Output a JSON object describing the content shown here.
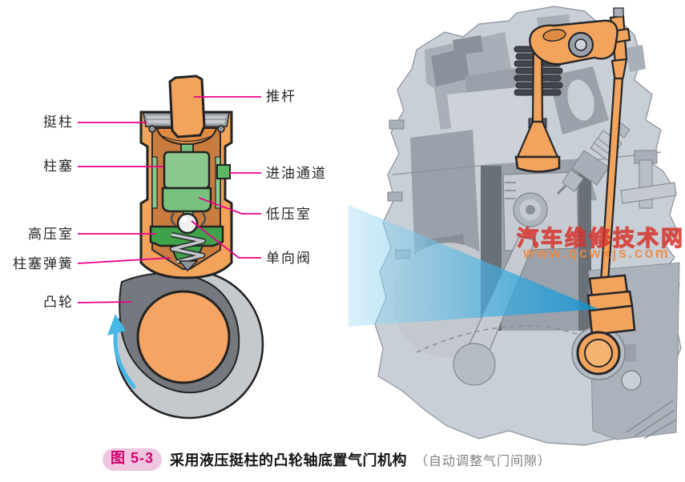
{
  "figure_caption": {
    "badge": "图 5-3",
    "title": "采用液压挺柱的凸轮轴底置气门机构",
    "subtitle": "（自动调整气门间隙）"
  },
  "lifter_diagram": {
    "labels": {
      "tappet": "挺柱",
      "plunger": "柱塞",
      "high_pressure_chamber": "高压室",
      "plunger_spring": "柱塞弹簧",
      "cam": "凸轮",
      "pushrod": "推杆",
      "oil_inlet_passage": "进油通道",
      "low_pressure_chamber": "低压室",
      "check_valve": "单向阀"
    }
  },
  "watermark": {
    "line1": "汽车维修技术网",
    "line2": "www.qcwxjs.com"
  },
  "colors": {
    "leader_line_magenta": "#EB008B",
    "component_orange": "#F2A45C",
    "plunger_green": "#8CC98F",
    "hp_chamber_green": "#3FA14A",
    "beam_blue": "#1095D6",
    "rotation_arrow_cyan": "#45B8E8",
    "badge_pink_bg": "#EFC6E0",
    "badge_pink_text": "#D4006E",
    "watermark_red": "#D33028",
    "watermark_url_orange": "#F0863A"
  }
}
